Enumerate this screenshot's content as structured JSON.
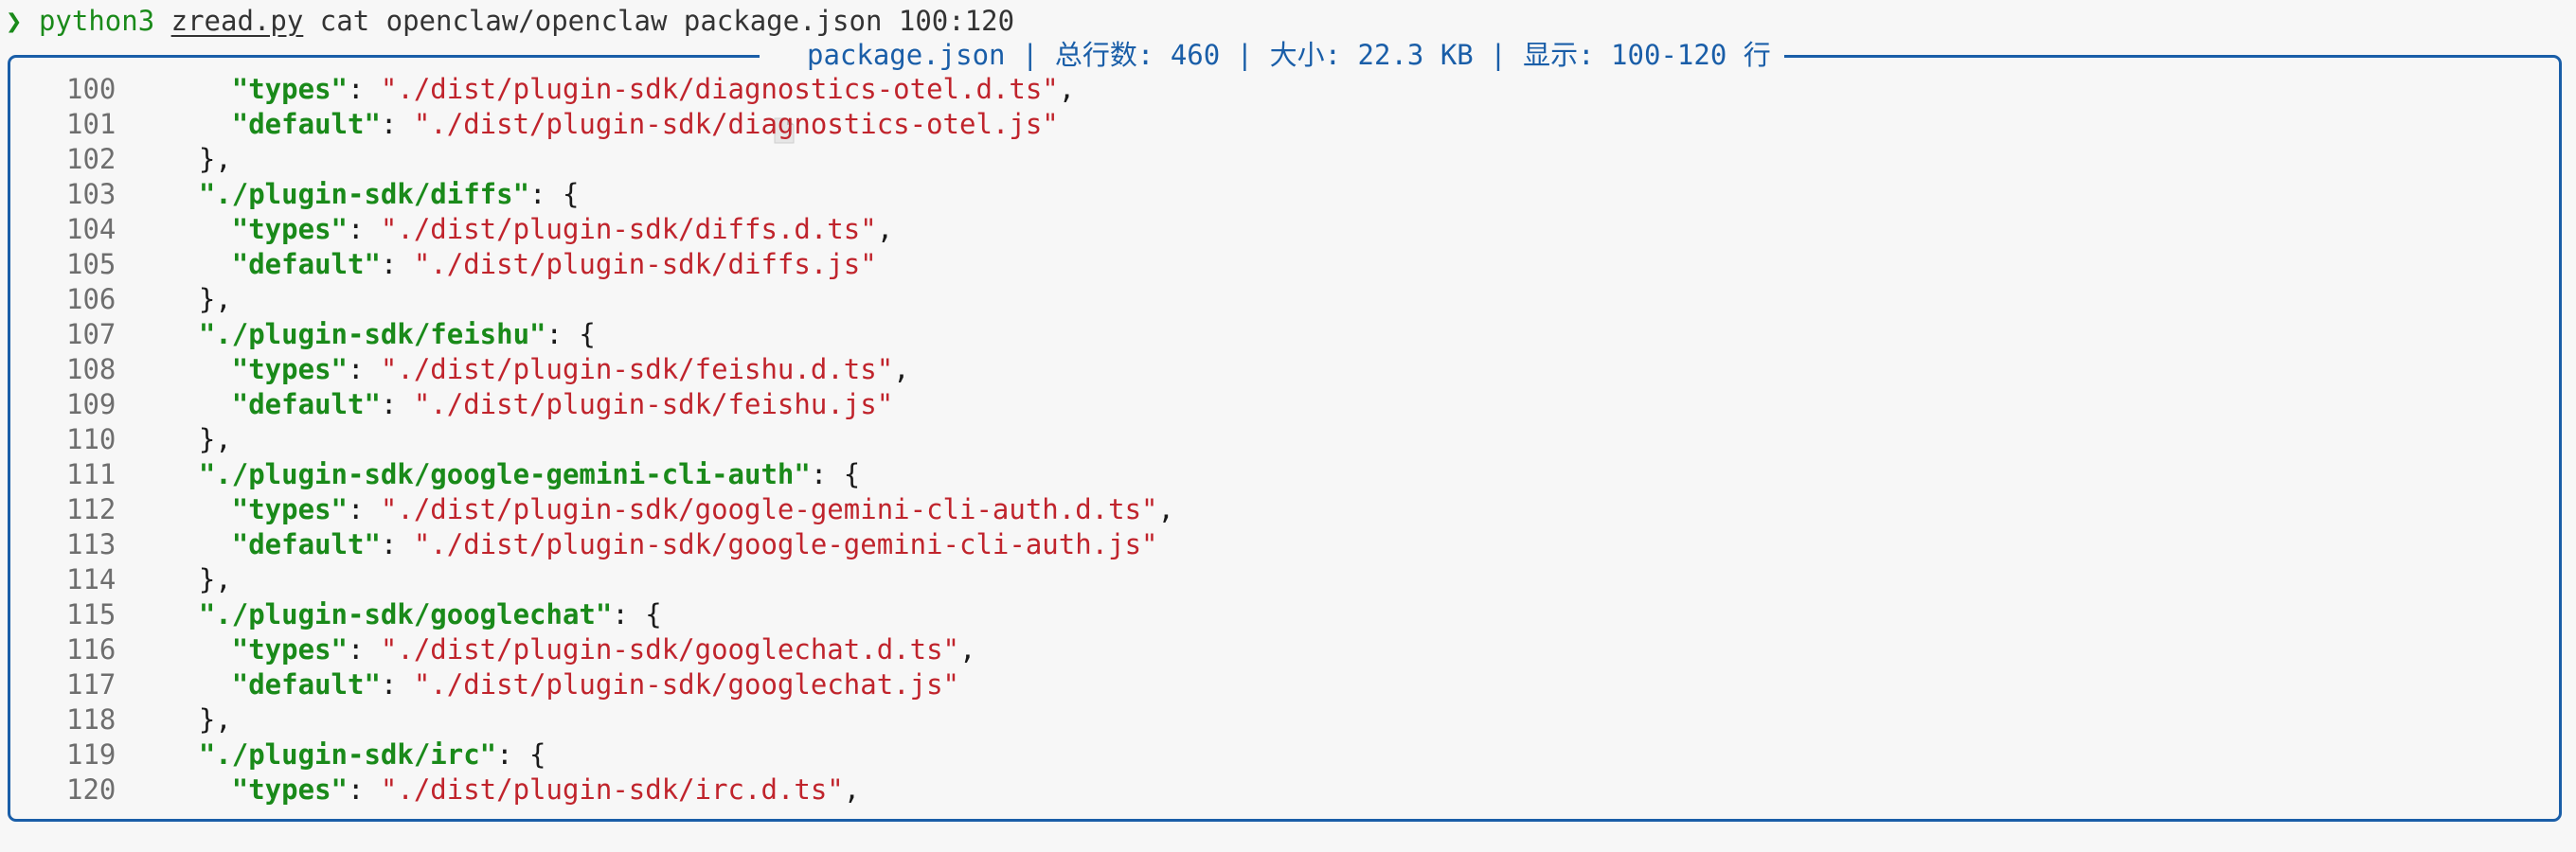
{
  "terminal": {
    "prompt_symbol": "❯",
    "command": {
      "program": "python3",
      "script": "zread.py",
      "args": "cat openclaw/openclaw package.json 100:120"
    }
  },
  "panel": {
    "icon": "file-icon",
    "title": "package.json | 总行数: 460 | 大小: 22.3 KB | 显示: 100-120 行",
    "file_name": "package.json",
    "total_lines_label": "总行数: 460",
    "size_label": "大小: 22.3 KB",
    "range_label": "显示: 100-120 行",
    "border_color": "#1a5ea8"
  },
  "colors": {
    "key": "#1a8a1a",
    "string": "#c0242c",
    "line_number": "#6e6e6e",
    "punctuation": "#1a1a1a"
  },
  "lines": [
    {
      "n": "100",
      "indent": "      ",
      "key": "\"types\"",
      "sep": ": ",
      "val": "\"./dist/plugin-sdk/diagnostics-otel.d.ts\"",
      "tail": ","
    },
    {
      "n": "101",
      "indent": "      ",
      "key": "\"default\"",
      "sep": ": ",
      "val": "\"./dist/plugin-sdk/diagnostics-otel.js\"",
      "tail": ""
    },
    {
      "n": "102",
      "indent": "    ",
      "key": "",
      "sep": "",
      "val": "",
      "tail": "},"
    },
    {
      "n": "103",
      "indent": "    ",
      "key": "\"./plugin-sdk/diffs\"",
      "sep": ": ",
      "val": "",
      "tail": "{"
    },
    {
      "n": "104",
      "indent": "      ",
      "key": "\"types\"",
      "sep": ": ",
      "val": "\"./dist/plugin-sdk/diffs.d.ts\"",
      "tail": ","
    },
    {
      "n": "105",
      "indent": "      ",
      "key": "\"default\"",
      "sep": ": ",
      "val": "\"./dist/plugin-sdk/diffs.js\"",
      "tail": ""
    },
    {
      "n": "106",
      "indent": "    ",
      "key": "",
      "sep": "",
      "val": "",
      "tail": "},"
    },
    {
      "n": "107",
      "indent": "    ",
      "key": "\"./plugin-sdk/feishu\"",
      "sep": ": ",
      "val": "",
      "tail": "{"
    },
    {
      "n": "108",
      "indent": "      ",
      "key": "\"types\"",
      "sep": ": ",
      "val": "\"./dist/plugin-sdk/feishu.d.ts\"",
      "tail": ","
    },
    {
      "n": "109",
      "indent": "      ",
      "key": "\"default\"",
      "sep": ": ",
      "val": "\"./dist/plugin-sdk/feishu.js\"",
      "tail": ""
    },
    {
      "n": "110",
      "indent": "    ",
      "key": "",
      "sep": "",
      "val": "",
      "tail": "},"
    },
    {
      "n": "111",
      "indent": "    ",
      "key": "\"./plugin-sdk/google-gemini-cli-auth\"",
      "sep": ": ",
      "val": "",
      "tail": "{"
    },
    {
      "n": "112",
      "indent": "      ",
      "key": "\"types\"",
      "sep": ": ",
      "val": "\"./dist/plugin-sdk/google-gemini-cli-auth.d.ts\"",
      "tail": ","
    },
    {
      "n": "113",
      "indent": "      ",
      "key": "\"default\"",
      "sep": ": ",
      "val": "\"./dist/plugin-sdk/google-gemini-cli-auth.js\"",
      "tail": ""
    },
    {
      "n": "114",
      "indent": "    ",
      "key": "",
      "sep": "",
      "val": "",
      "tail": "},"
    },
    {
      "n": "115",
      "indent": "    ",
      "key": "\"./plugin-sdk/googlechat\"",
      "sep": ": ",
      "val": "",
      "tail": "{"
    },
    {
      "n": "116",
      "indent": "      ",
      "key": "\"types\"",
      "sep": ": ",
      "val": "\"./dist/plugin-sdk/googlechat.d.ts\"",
      "tail": ","
    },
    {
      "n": "117",
      "indent": "      ",
      "key": "\"default\"",
      "sep": ": ",
      "val": "\"./dist/plugin-sdk/googlechat.js\"",
      "tail": ""
    },
    {
      "n": "118",
      "indent": "    ",
      "key": "",
      "sep": "",
      "val": "",
      "tail": "},"
    },
    {
      "n": "119",
      "indent": "    ",
      "key": "\"./plugin-sdk/irc\"",
      "sep": ": ",
      "val": "",
      "tail": "{"
    },
    {
      "n": "120",
      "indent": "      ",
      "key": "\"types\"",
      "sep": ": ",
      "val": "\"./dist/plugin-sdk/irc.d.ts\"",
      "tail": ","
    }
  ]
}
